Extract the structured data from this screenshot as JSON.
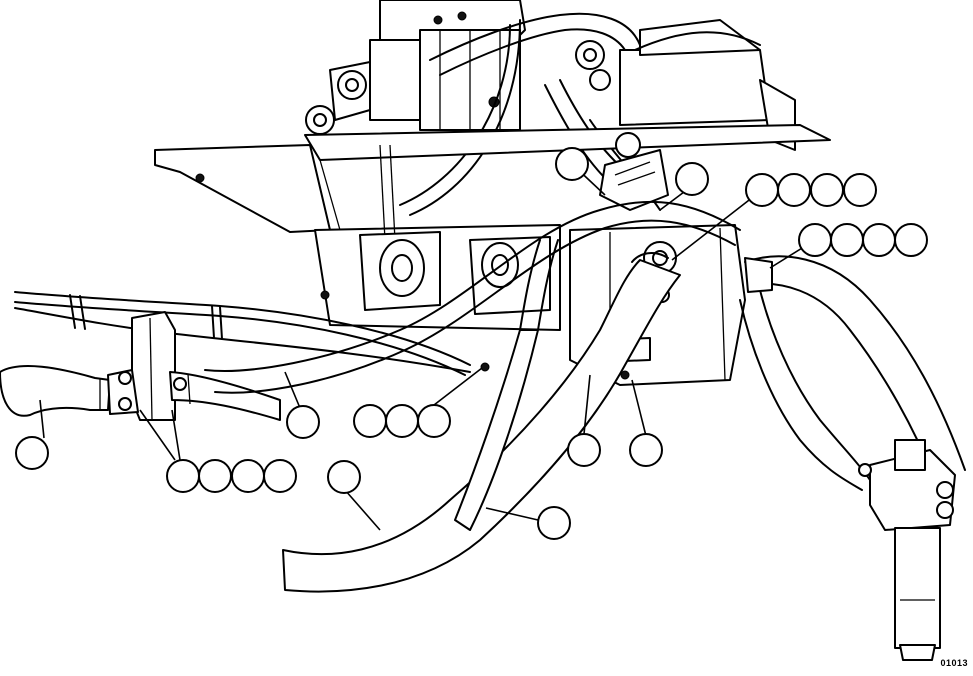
{
  "figure": {
    "id_label": "01013"
  },
  "callouts": [
    {
      "name": "callout-left-hose-end"
    },
    {
      "name": "callout-clamp-1"
    },
    {
      "name": "callout-clamp-2"
    },
    {
      "name": "callout-clamp-3"
    },
    {
      "name": "callout-clamp-4"
    },
    {
      "name": "callout-middle-hose"
    },
    {
      "name": "callout-group-a-1"
    },
    {
      "name": "callout-group-a-2"
    },
    {
      "name": "callout-group-a-3"
    },
    {
      "name": "callout-lower-large-hose"
    },
    {
      "name": "callout-small-hose"
    },
    {
      "name": "callout-pump-bracket"
    },
    {
      "name": "callout-fitting"
    },
    {
      "name": "callout-upper-fitting"
    },
    {
      "name": "callout-upper-hose"
    },
    {
      "name": "callout-group-b-1"
    },
    {
      "name": "callout-group-b-2"
    },
    {
      "name": "callout-group-b-3"
    },
    {
      "name": "callout-group-b-4"
    },
    {
      "name": "callout-group-c-1"
    },
    {
      "name": "callout-group-c-2"
    },
    {
      "name": "callout-group-c-3"
    },
    {
      "name": "callout-group-c-4"
    }
  ]
}
